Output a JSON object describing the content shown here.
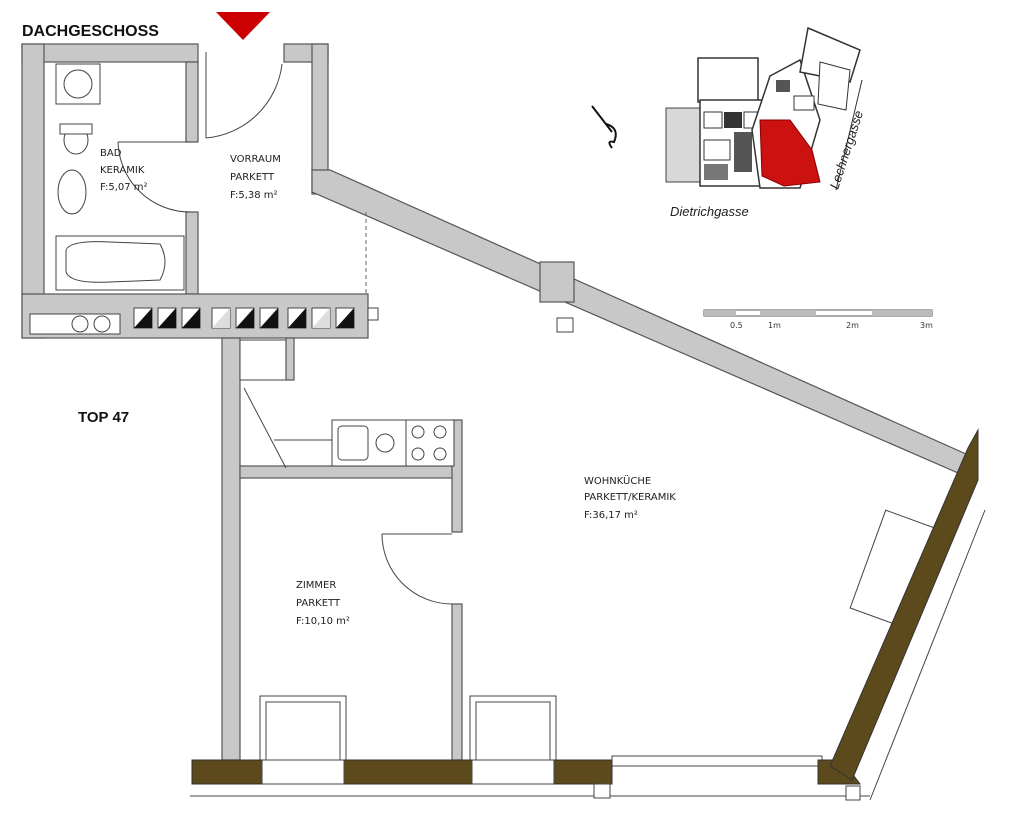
{
  "header": {
    "floor": "DACHGESCHOSS",
    "unit": "TOP 47"
  },
  "rooms": {
    "bad": {
      "name": "BAD",
      "floor": "KERAMIK",
      "area": "F:5,07 m²"
    },
    "vorraum": {
      "name": "VORRAUM",
      "floor": "PARKETT",
      "area": "F:5,38 m²"
    },
    "zimmer": {
      "name": "ZIMMER",
      "floor": "PARKETT",
      "area": "F:10,10 m²"
    },
    "wohnkueche": {
      "name": "WOHNKÜCHE",
      "floor": "PARKETT/KERAMIK",
      "area": "F:36,17 m²"
    }
  },
  "site_plan": {
    "street_bottom": "Dietrichgasse",
    "street_right": "Lechnergasse"
  },
  "scale_bar": {
    "labels": [
      "0.5",
      "1m",
      "2m",
      "3m"
    ]
  },
  "colors": {
    "entrance_marker": "#cc0000",
    "wall": "#c8c8c8",
    "terrace_wall": "#5c4a1c",
    "site_highlight": "#cc1111"
  }
}
